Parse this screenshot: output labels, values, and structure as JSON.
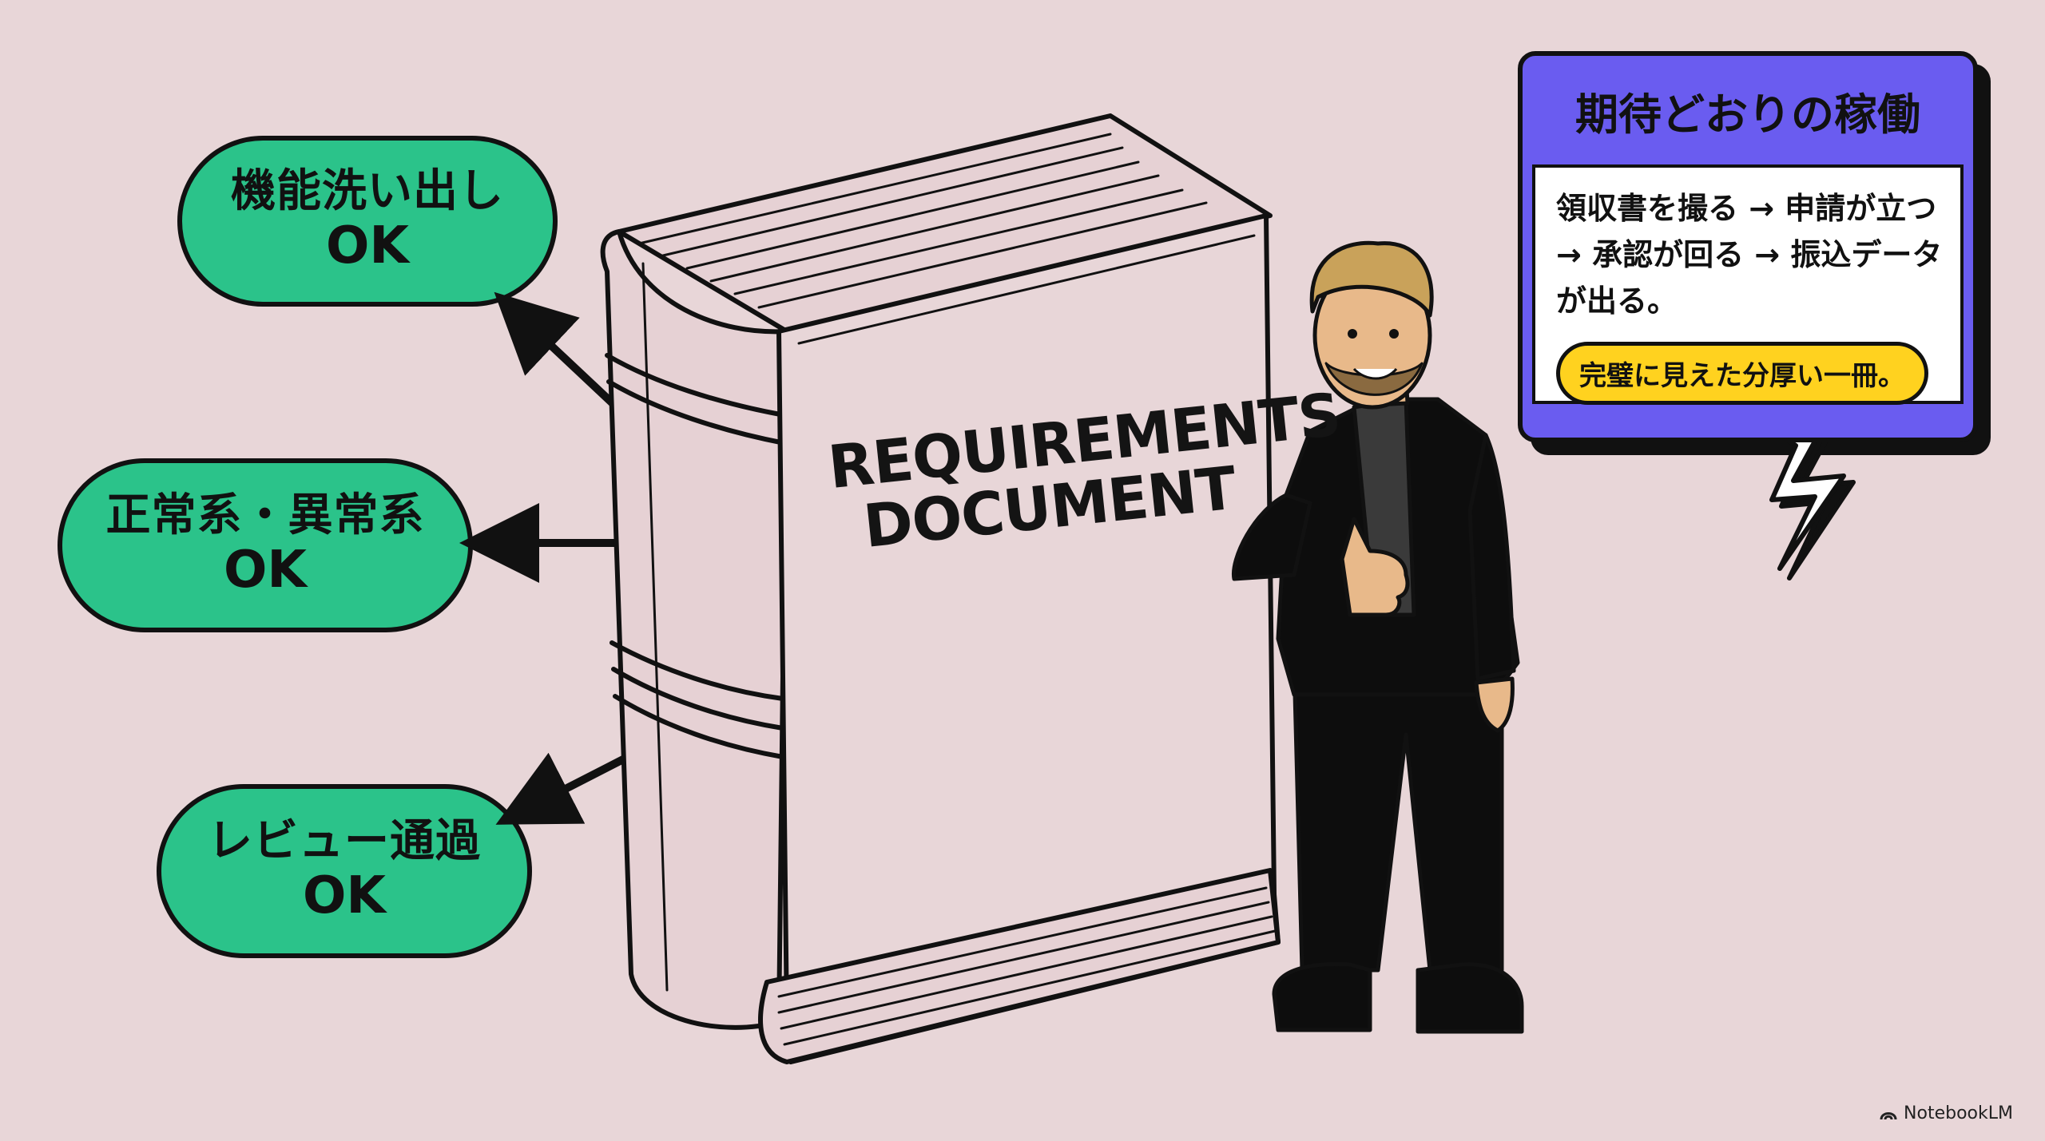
{
  "pills": [
    {
      "line1": "機能洗い出し",
      "line2": "OK"
    },
    {
      "line1": "正常系・異常系",
      "line2": "OK"
    },
    {
      "line1": "レビュー通過",
      "line2": "OK"
    }
  ],
  "book": {
    "title_line1": "REQUIREMENTS",
    "title_line2": "DOCUMENT"
  },
  "bubble": {
    "heading": "期待どおりの稼働",
    "lines": [
      "領収書を撮る → 申請が立つ",
      "→ 承認が回る → 振込データ",
      "が出る。"
    ],
    "tag": "完璧に見えた分厚い一冊。"
  },
  "footer": {
    "brand": "NotebookLM"
  },
  "colors": {
    "background": "#e8d6d8",
    "pill": "#2bc38a",
    "bubble_header": "#6a5cf0",
    "tag": "#ffd21f",
    "outline": "#111111"
  }
}
